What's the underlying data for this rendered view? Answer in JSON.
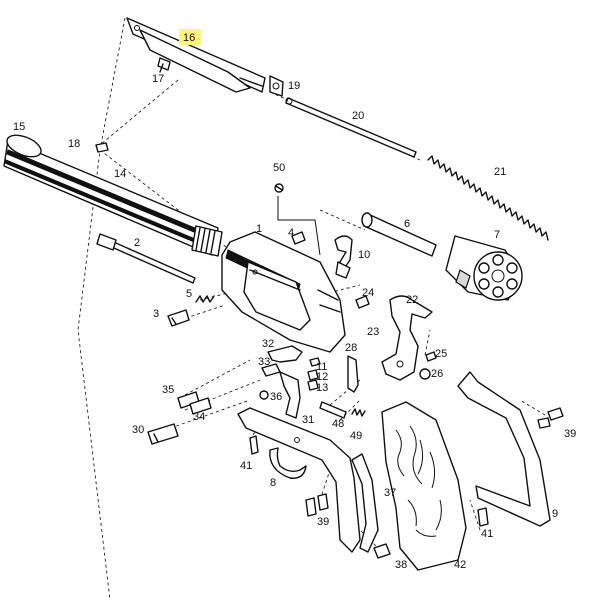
{
  "diagram": {
    "highlight_color": "#fff37a",
    "labels": [
      {
        "id": "16",
        "highlighted": true
      },
      {
        "id": "17"
      },
      {
        "id": "19"
      },
      {
        "id": "20"
      },
      {
        "id": "15"
      },
      {
        "id": "18"
      },
      {
        "id": "14"
      },
      {
        "id": "21"
      },
      {
        "id": "50"
      },
      {
        "id": "1"
      },
      {
        "id": "6"
      },
      {
        "id": "7"
      },
      {
        "id": "2"
      },
      {
        "id": "4"
      },
      {
        "id": "10"
      },
      {
        "id": "5"
      },
      {
        "id": "24"
      },
      {
        "id": "3"
      },
      {
        "id": "22"
      },
      {
        "id": "23"
      },
      {
        "id": "32"
      },
      {
        "id": "28"
      },
      {
        "id": "25"
      },
      {
        "id": "11"
      },
      {
        "id": "12"
      },
      {
        "id": "13"
      },
      {
        "id": "33"
      },
      {
        "id": "26"
      },
      {
        "id": "35"
      },
      {
        "id": "36"
      },
      {
        "id": "34"
      },
      {
        "id": "48"
      },
      {
        "id": "49"
      },
      {
        "id": "31"
      },
      {
        "id": "30"
      },
      {
        "id": "39"
      },
      {
        "id": "41"
      },
      {
        "id": "8"
      },
      {
        "id": "37"
      },
      {
        "id": "9"
      },
      {
        "id": "42"
      },
      {
        "id": "38"
      }
    ]
  }
}
